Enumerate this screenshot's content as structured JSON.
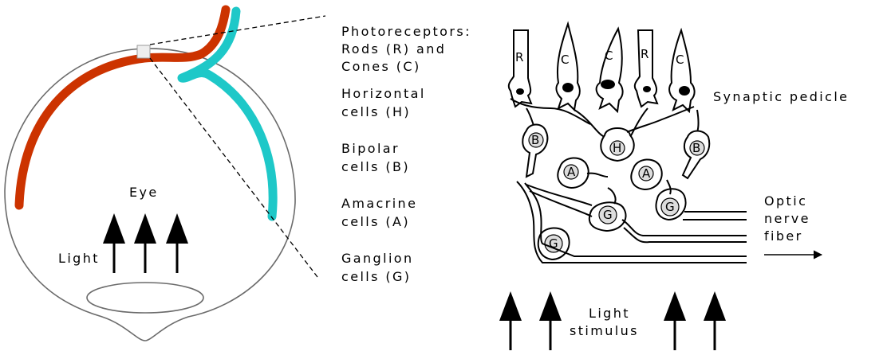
{
  "eye": {
    "label": "Eye",
    "light_label": "Light",
    "colors": {
      "outline": "#6b6b6b",
      "red_band": "#cc3300",
      "cyan_band": "#1ec8c8"
    }
  },
  "layers": {
    "photoreceptors": [
      "Photoreceptors:",
      "Rods (R) and",
      "Cones (C)"
    ],
    "horizontal": [
      "Horizontal",
      "cells (H)"
    ],
    "bipolar": [
      "Bipolar",
      "cells (B)"
    ],
    "amacrine": [
      "Amacrine",
      "cells (A)"
    ],
    "ganglion": [
      "Ganglion",
      "cells (G)"
    ]
  },
  "annotations": {
    "synaptic": "Synaptic pedicle",
    "optic": [
      "Optic",
      "nerve",
      "fiber"
    ],
    "stimulus": [
      "Light",
      "stimulus"
    ]
  },
  "cells": {
    "receptors": [
      "R",
      "C",
      "C",
      "R",
      "C"
    ],
    "horizontal": "H",
    "bipolar": [
      "B",
      "B"
    ],
    "amacrine": [
      "A",
      "A"
    ],
    "ganglion": [
      "G",
      "G",
      "G"
    ]
  }
}
